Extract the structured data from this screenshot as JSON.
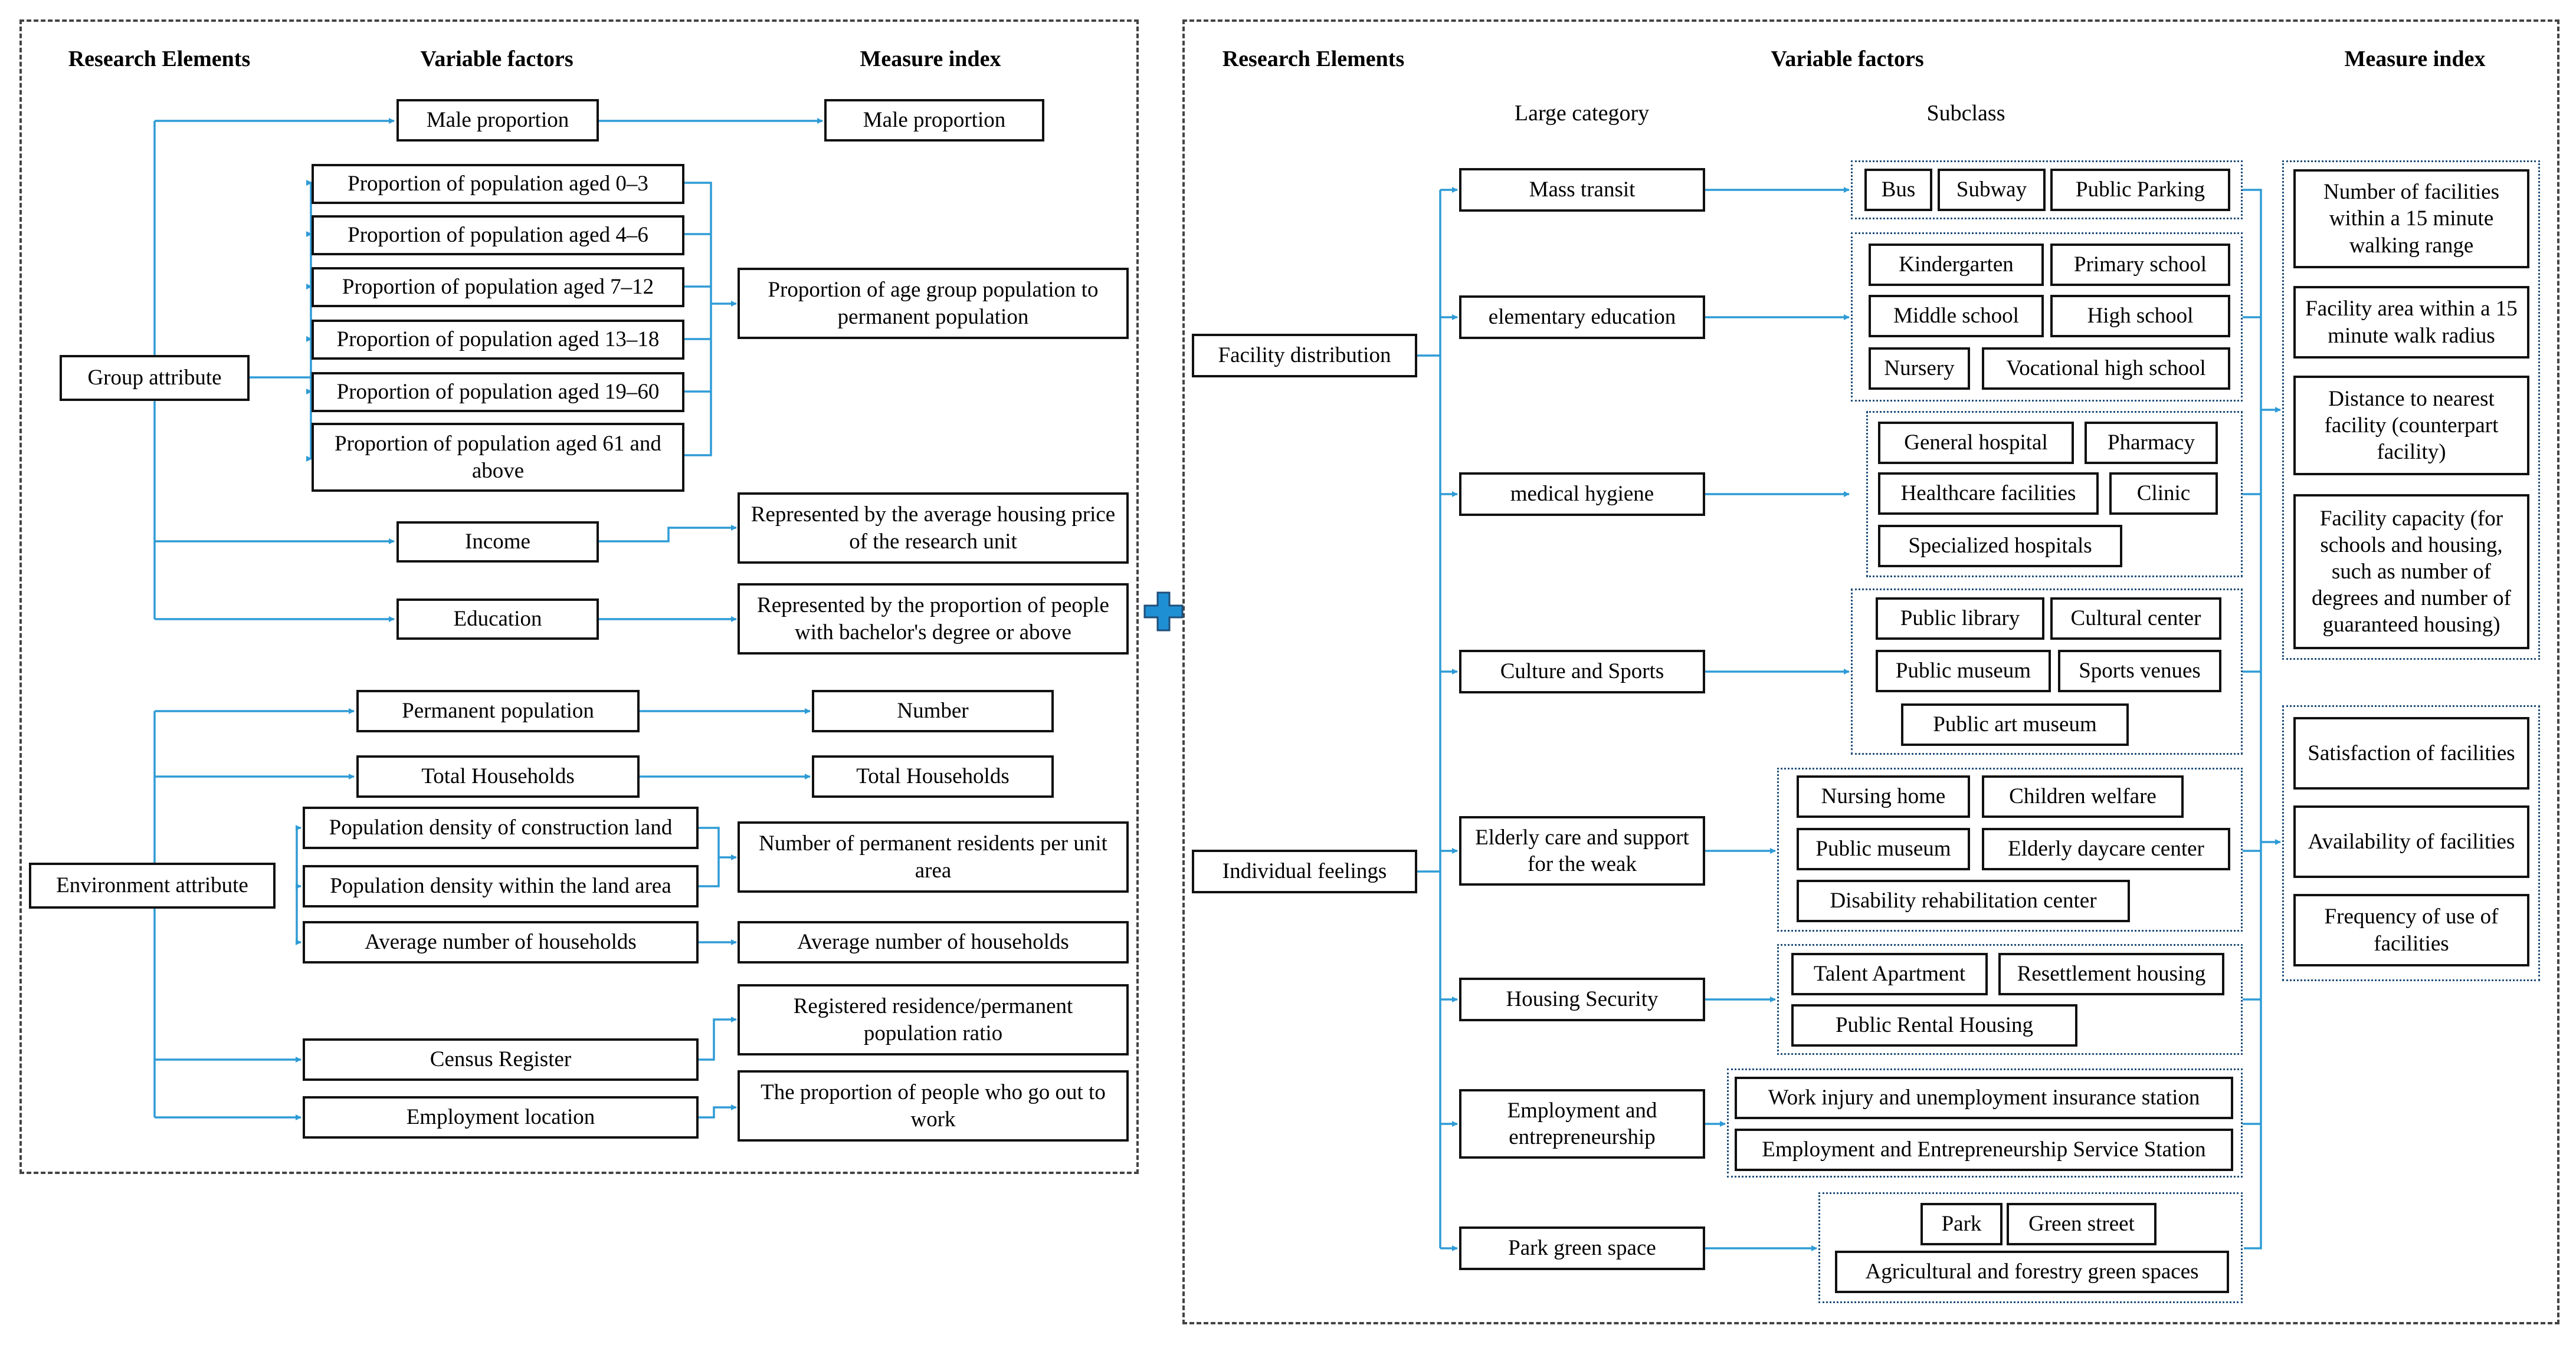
{
  "left": {
    "headers": {
      "elements": "Research Elements",
      "variables": "Variable factors",
      "measure": "Measure index"
    },
    "group_attribute": {
      "label": "Group attribute",
      "variables": [
        "Male proportion",
        "Proportion of population aged 0–3",
        "Proportion of population aged 4–6",
        "Proportion of population aged 7–12",
        "Proportion of population aged 13–18",
        "Proportion of population aged 19–60",
        "Proportion of population aged 61 and above",
        "Income",
        "Education"
      ],
      "measures": [
        "Male proportion",
        "Proportion of age group population to permanent population",
        "Represented by the average housing price of the research unit",
        "Represented by the proportion of people with bachelor's degree or above"
      ]
    },
    "environment_attribute": {
      "label": "Environment  attribute",
      "variables": [
        "Permanent population",
        "Total Households",
        "Population density of construction land",
        "Population density within the land area",
        "Average number of households",
        "Census Register",
        "Employment location"
      ],
      "measures": [
        "Number",
        "Total Households",
        "Number of permanent residents per unit area",
        "Average number of households",
        "Registered residence/permanent population ratio",
        "The proportion of people who go out to work"
      ]
    }
  },
  "right": {
    "headers": {
      "elements": "Research Elements",
      "variables": "Variable factors",
      "measure": "Measure index",
      "large": "Large category",
      "subclass": "Subclass"
    },
    "elements": [
      "Facility distribution",
      "Individual feelings"
    ],
    "categories": [
      "Mass transit",
      "elementary education",
      "medical hygiene",
      "Culture and Sports",
      "Elderly care and support for the weak",
      "Housing Security",
      "Employment and entrepreneurship",
      "Park green space"
    ],
    "subclasses": {
      "mass_transit": [
        "Bus",
        "Subway",
        "Public Parking"
      ],
      "education": [
        "Kindergarten",
        "Primary school",
        "Middle school",
        "High school",
        "Nursery",
        "Vocational high school"
      ],
      "medical": [
        "General hospital",
        "Pharmacy",
        "Healthcare facilities",
        "Clinic",
        "Specialized hospitals"
      ],
      "culture": [
        "Public library",
        "Cultural center",
        "Public museum",
        "Sports venues",
        "Public art museum"
      ],
      "elderly": [
        "Nursing home",
        "Children welfare",
        "Public museum",
        "Elderly daycare center",
        "Disability rehabilitation center"
      ],
      "housing": [
        "Talent Apartment",
        "Resettlement housing",
        "Public Rental Housing"
      ],
      "employment": [
        "Work injury and unemployment insurance station",
        "Employment and Entrepreneurship Service Station"
      ],
      "park": [
        "Park",
        "Green street",
        "Agricultural and forestry green spaces"
      ]
    },
    "measures_distribution": [
      "Number of facilities within a 15 minute walking range",
      "Facility area within a 15 minute walk radius",
      "Distance to nearest facility (counterpart facility)",
      "Facility capacity (for schools and housing, such as number of degrees and number of guaranteed housing)"
    ],
    "measures_feelings": [
      "Satisfaction of facilities",
      "Availability of facilities",
      "Frequency of use of facilities"
    ]
  },
  "colors": {
    "connector": "#2e9bd6",
    "plus_fill": "#1f8fd4",
    "plus_stroke": "#1f4e79"
  }
}
